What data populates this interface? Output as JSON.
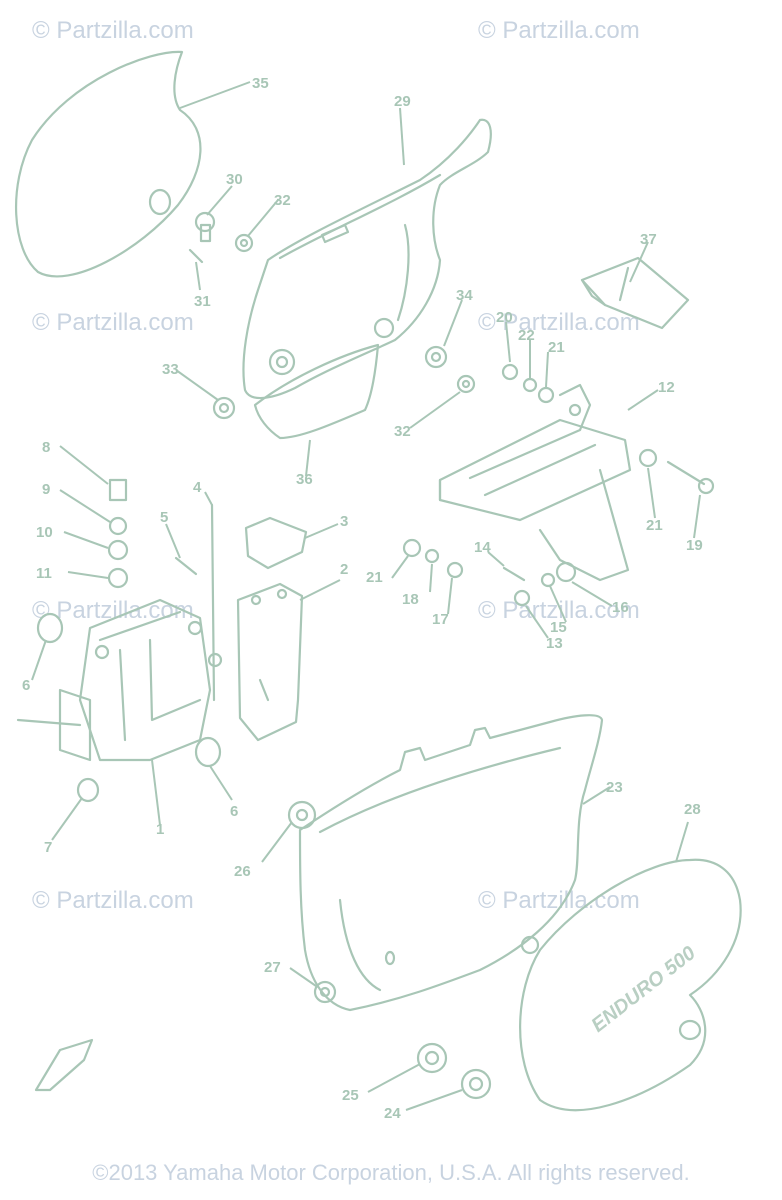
{
  "watermark": "© Partzilla.com",
  "copyright": "©2013 Yamaha Motor Corporation, U.S.A. All rights reserved.",
  "cover_badge": "ENDURO 500",
  "callouts": {
    "n1": "1",
    "n2": "2",
    "n3": "3",
    "n4": "4",
    "n5": "5",
    "n6a": "6",
    "n6b": "6",
    "n7": "7",
    "n8": "8",
    "n9": "9",
    "n10": "10",
    "n11": "11",
    "n12": "12",
    "n13": "13",
    "n14": "14",
    "n15": "15",
    "n16": "16",
    "n17": "17",
    "n18": "18",
    "n19": "19",
    "n20": "20",
    "n21a": "21",
    "n21b": "21",
    "n21c": "21",
    "n22": "22",
    "n23": "23",
    "n24": "24",
    "n25": "25",
    "n26": "26",
    "n27": "27",
    "n28": "28",
    "n29": "29",
    "n30": "30",
    "n31": "31",
    "n32a": "32",
    "n32b": "32",
    "n33": "33",
    "n34": "34",
    "n35": "35",
    "n36": "36",
    "n37": "37"
  }
}
